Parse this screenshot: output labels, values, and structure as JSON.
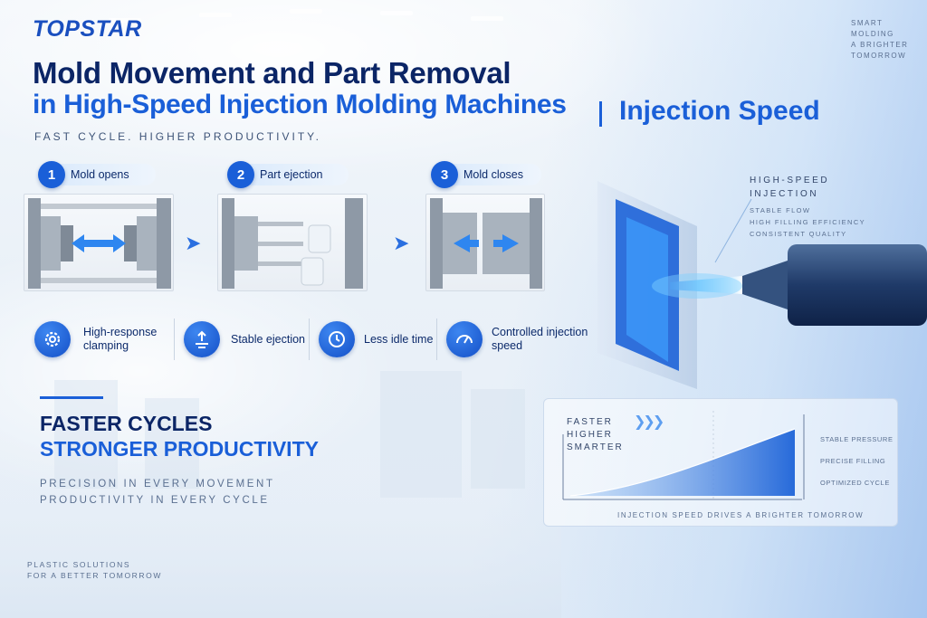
{
  "brand": {
    "logo": "TOPSTAR",
    "tagline": [
      "SMART",
      "MOLDING",
      "A BRIGHTER",
      "TOMORROW"
    ]
  },
  "header": {
    "title_line1": "Mold Movement and Part Removal",
    "title_line2": "in High-Speed Injection Molding Machines",
    "title_right": "Injection Speed",
    "subtitle": "FAST CYCLE. HIGHER PRODUCTIVITY."
  },
  "steps": [
    {
      "number": "1",
      "label": "Mold opens"
    },
    {
      "number": "2",
      "label": "Part ejection"
    },
    {
      "number": "3",
      "label": "Mold closes"
    }
  ],
  "features": [
    {
      "icon": "gear-icon",
      "label": "High-response clamping"
    },
    {
      "icon": "ejection-icon",
      "label": "Stable ejection"
    },
    {
      "icon": "clock-icon",
      "label": "Less idle time"
    },
    {
      "icon": "gauge-icon",
      "label": "Controlled injection speed"
    }
  ],
  "promo": {
    "line1": "FASTER CYCLES",
    "line2": "STRONGER PRODUCTIVITY",
    "desc1": "PRECISION IN EVERY MOVEMENT",
    "desc2": "PRODUCTIVITY IN EVERY CYCLE"
  },
  "footer": {
    "line1": "PLASTIC SOLUTIONS",
    "line2": "FOR A BETTER TOMORROW"
  },
  "injection": {
    "title1": "HIGH-SPEED",
    "title2": "INJECTION",
    "points": [
      "STABLE FLOW",
      "HIGH FILLING EFFICIENCY",
      "CONSISTENT QUALITY"
    ]
  },
  "panel": {
    "words": [
      "FASTER",
      "HIGHER",
      "SMARTER"
    ],
    "legend": [
      "STABLE PRESSURE",
      "PRECISE FILLING",
      "OPTIMIZED CYCLE"
    ],
    "caption": "INJECTION SPEED DRIVES A BRIGHTER TOMORROW"
  },
  "colors": {
    "brand_blue": "#1a5fd8",
    "navy": "#0b2566",
    "glow": "#4fb4ff"
  }
}
